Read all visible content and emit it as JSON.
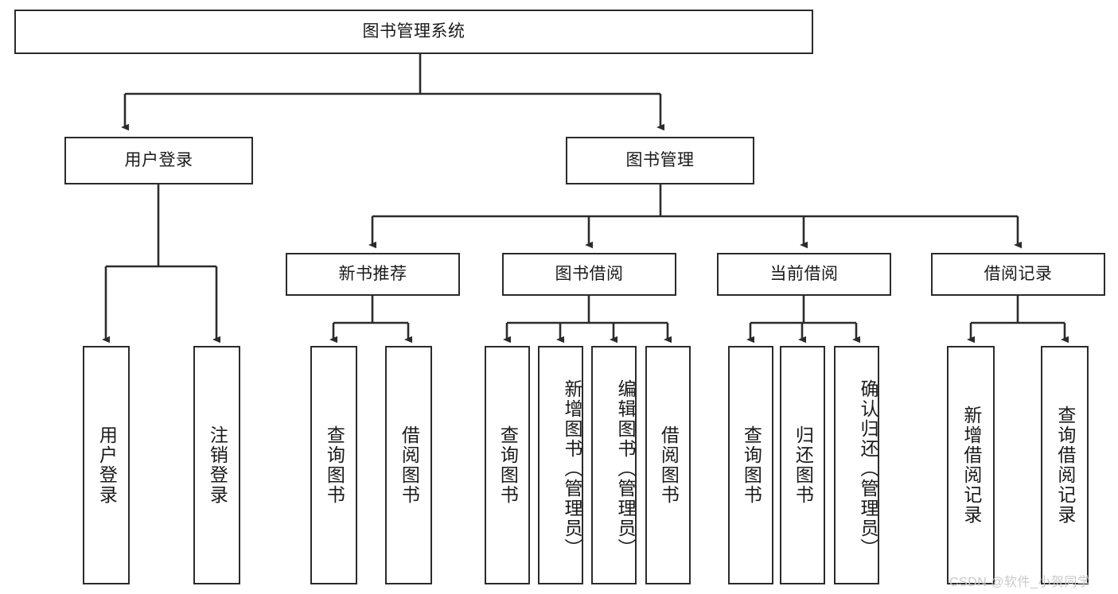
{
  "diagram": {
    "type": "hierarchy-tree",
    "title": "图书管理系统",
    "watermark": "CSDN @软件_小贺同学",
    "colors": {
      "stroke": "#2b2b2b",
      "fill": "#ffffff",
      "text": "#1a1a1a",
      "watermark": "#c9c9c9"
    },
    "nodes": {
      "root": {
        "label": "图书管理系统"
      },
      "level1": [
        {
          "label": "用户登录"
        },
        {
          "label": "图书管理"
        }
      ],
      "level2": [
        {
          "label": "新书推荐"
        },
        {
          "label": "图书借阅"
        },
        {
          "label": "当前借阅"
        },
        {
          "label": "借阅记录"
        }
      ],
      "leaves_user_login": [
        {
          "label": "用户登录"
        },
        {
          "label": "注销登录"
        }
      ],
      "leaves_new_book": [
        {
          "label": "查询图书"
        },
        {
          "label": "借阅图书"
        }
      ],
      "leaves_borrow": [
        {
          "label": "查询图书"
        },
        {
          "label": "新增图书（管理员）"
        },
        {
          "label": "编辑图书（管理员）"
        },
        {
          "label": "借阅图书"
        }
      ],
      "leaves_current": [
        {
          "label": "查询图书"
        },
        {
          "label": "归还图书"
        },
        {
          "label": "确认归还（管理员）"
        }
      ],
      "leaves_record": [
        {
          "label": "新增借阅记录"
        },
        {
          "label": "查询借阅记录"
        }
      ]
    }
  }
}
